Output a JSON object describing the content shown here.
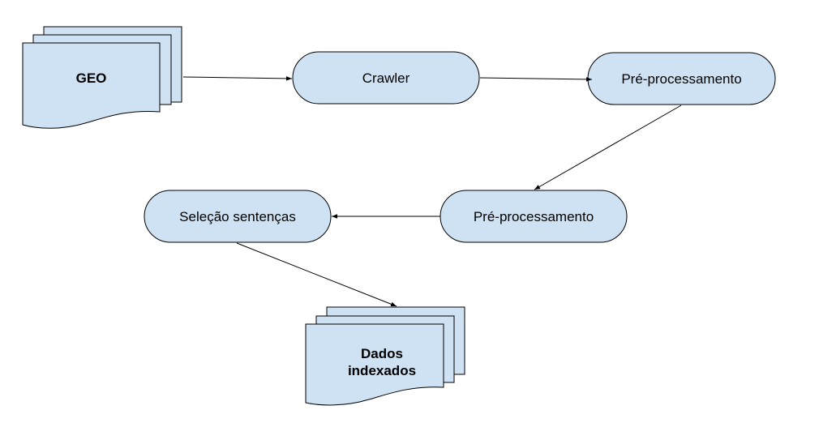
{
  "diagram": {
    "fill_color": "#cfe2f3",
    "stroke_color": "#000000",
    "nodes": {
      "source_doc": {
        "label": "GEO",
        "shape": "multi-document"
      },
      "crawler": {
        "label": "Crawler",
        "shape": "terminator"
      },
      "preprocess_1": {
        "label": "Pré-processamento",
        "shape": "terminator"
      },
      "preprocess_2": {
        "label": "Pré-processamento",
        "shape": "terminator"
      },
      "sentence_selection": {
        "label": "Seleção sentenças",
        "shape": "terminator"
      },
      "output_doc": {
        "label": "Dados indexados",
        "shape": "multi-document"
      }
    },
    "edges": [
      {
        "from": "source_doc",
        "to": "crawler"
      },
      {
        "from": "crawler",
        "to": "preprocess_1"
      },
      {
        "from": "preprocess_1",
        "to": "preprocess_2"
      },
      {
        "from": "preprocess_2",
        "to": "sentence_selection"
      },
      {
        "from": "sentence_selection",
        "to": "output_doc"
      }
    ]
  }
}
